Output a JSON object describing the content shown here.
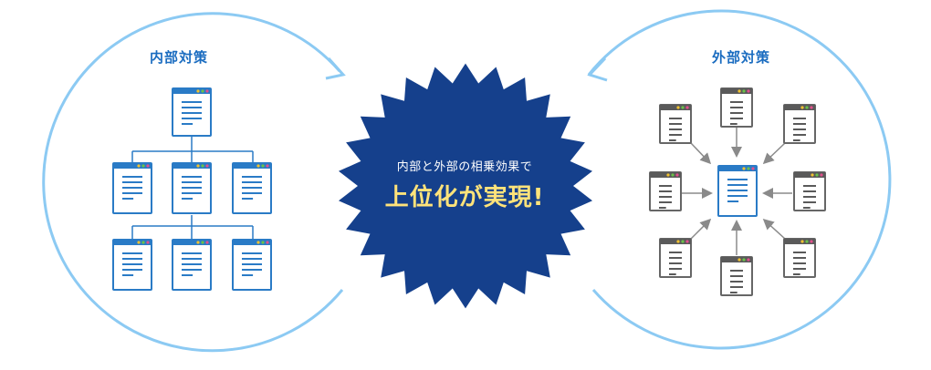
{
  "internal": {
    "title": "内部対策"
  },
  "external": {
    "title": "外部対策"
  },
  "center": {
    "subtitle": "内部と外部の相乗効果で",
    "headline": "上位化が実現!"
  },
  "colors": {
    "ring": "#8ccaf3",
    "internal_doc_border": "#2a7bc6",
    "internal_doc_bar": "#2a7bc6",
    "external_doc_border": "#666666",
    "external_doc_bar": "#5a5a5a",
    "center_doc_border": "#2a7bc6",
    "star_fill": "#15408c",
    "headline": "#ffe37a",
    "dot_yellow": "#f2c230",
    "dot_green": "#6bc24a",
    "dot_pink": "#e2508c",
    "dot_blue": "#5aa6e6"
  },
  "icons": [
    "document-window-icon",
    "arrow-head-icon"
  ]
}
